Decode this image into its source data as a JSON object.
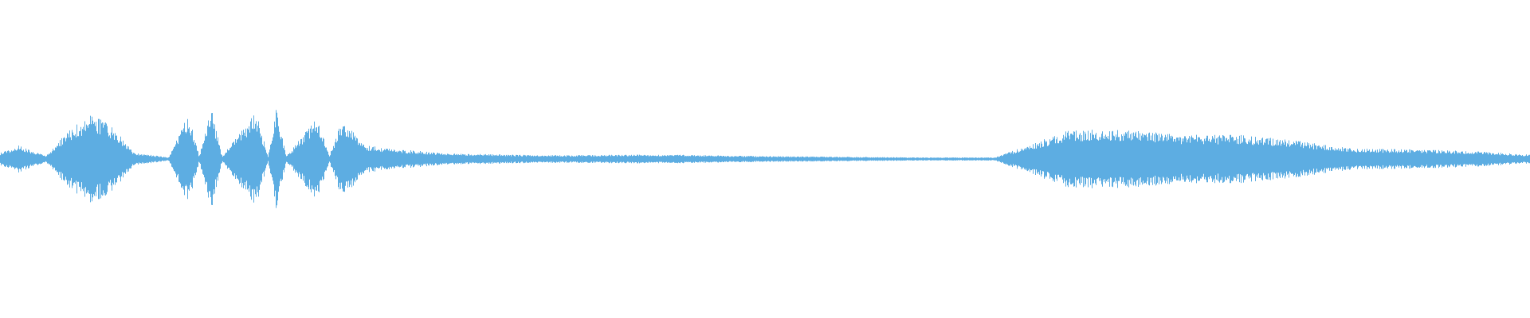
{
  "waveform": {
    "color": "#5dade2",
    "background": "#ffffff",
    "segments": [
      {
        "t": 0.0,
        "amp": 0.12
      },
      {
        "t": 0.012,
        "amp": 0.25
      },
      {
        "t": 0.03,
        "amp": 0.06
      },
      {
        "t": 0.045,
        "amp": 0.55
      },
      {
        "t": 0.06,
        "amp": 0.85
      },
      {
        "t": 0.075,
        "amp": 0.55
      },
      {
        "t": 0.087,
        "amp": 0.12
      },
      {
        "t": 0.11,
        "amp": 0.03
      },
      {
        "t": 0.123,
        "amp": 0.85
      },
      {
        "t": 0.13,
        "amp": 0.05
      },
      {
        "t": 0.138,
        "amp": 0.95
      },
      {
        "t": 0.145,
        "amp": 0.05
      },
      {
        "t": 0.167,
        "amp": 0.9
      },
      {
        "t": 0.175,
        "amp": 0.05
      },
      {
        "t": 0.18,
        "amp": 0.95
      },
      {
        "t": 0.187,
        "amp": 0.05
      },
      {
        "t": 0.207,
        "amp": 0.8
      },
      {
        "t": 0.215,
        "amp": 0.06
      },
      {
        "t": 0.223,
        "amp": 0.7
      },
      {
        "t": 0.24,
        "amp": 0.25
      },
      {
        "t": 0.26,
        "amp": 0.18
      },
      {
        "t": 0.298,
        "amp": 0.1
      },
      {
        "t": 0.335,
        "amp": 0.08
      },
      {
        "t": 0.372,
        "amp": 0.07
      },
      {
        "t": 0.407,
        "amp": 0.08
      },
      {
        "t": 0.445,
        "amp": 0.08
      },
      {
        "t": 0.483,
        "amp": 0.06
      },
      {
        "t": 0.52,
        "amp": 0.05
      },
      {
        "t": 0.6,
        "amp": 0.03
      },
      {
        "t": 0.65,
        "amp": 0.03
      },
      {
        "t": 0.7,
        "amp": 0.55
      },
      {
        "t": 0.735,
        "amp": 0.55
      },
      {
        "t": 0.772,
        "amp": 0.45
      },
      {
        "t": 0.808,
        "amp": 0.45
      },
      {
        "t": 0.845,
        "amp": 0.35
      },
      {
        "t": 0.882,
        "amp": 0.2
      },
      {
        "t": 0.922,
        "amp": 0.18
      },
      {
        "t": 0.96,
        "amp": 0.15
      },
      {
        "t": 1.0,
        "amp": 0.08
      }
    ]
  }
}
